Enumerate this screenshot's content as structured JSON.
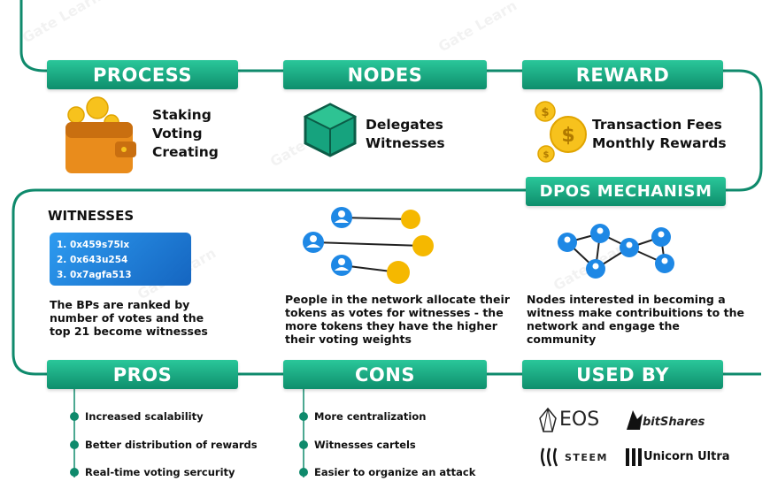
{
  "watermark": "Gate Learn",
  "process": {
    "header": "PROCESS",
    "items": [
      "Staking",
      "Voting",
      "Creating"
    ]
  },
  "nodes": {
    "header": "NODES",
    "items": [
      "Delegates",
      "Witnesses"
    ]
  },
  "reward": {
    "header": "REWARD",
    "items": [
      "Transaction Fees",
      "Monthly Rewards"
    ]
  },
  "dpos": {
    "header": "DPOS MECHANISM"
  },
  "witnesses": {
    "title": "WITNESSES",
    "list": [
      "1. 0x459s75lx",
      "2. 0x643u254",
      "3. 0x7agfa513"
    ],
    "description": "The BPs are ranked by number of votes and the top 21 become witnesses"
  },
  "voting_description": "People in the network allocate their tokens as votes for witnesses - the more tokens they have the higher their voting weights",
  "nodes_description": "Nodes interested in becoming a witness make contribuitions to the network and engage the community",
  "pros": {
    "header": "PROS",
    "items": [
      "Increased scalability",
      "Better distribution of rewards",
      "Real-time voting sercurity"
    ]
  },
  "cons": {
    "header": "CONS",
    "items": [
      "More centralization",
      "Witnesses cartels",
      "Easier to organize an attack"
    ]
  },
  "used_by": {
    "header": "USED BY",
    "logos": [
      "EOS",
      "bitShares",
      "STEEM",
      "Unicorn Ultra"
    ]
  },
  "colors": {
    "primary": "#16a37e",
    "line": "#0f8a6c",
    "blue": "#1e88e5",
    "gold": "#f5b800"
  }
}
